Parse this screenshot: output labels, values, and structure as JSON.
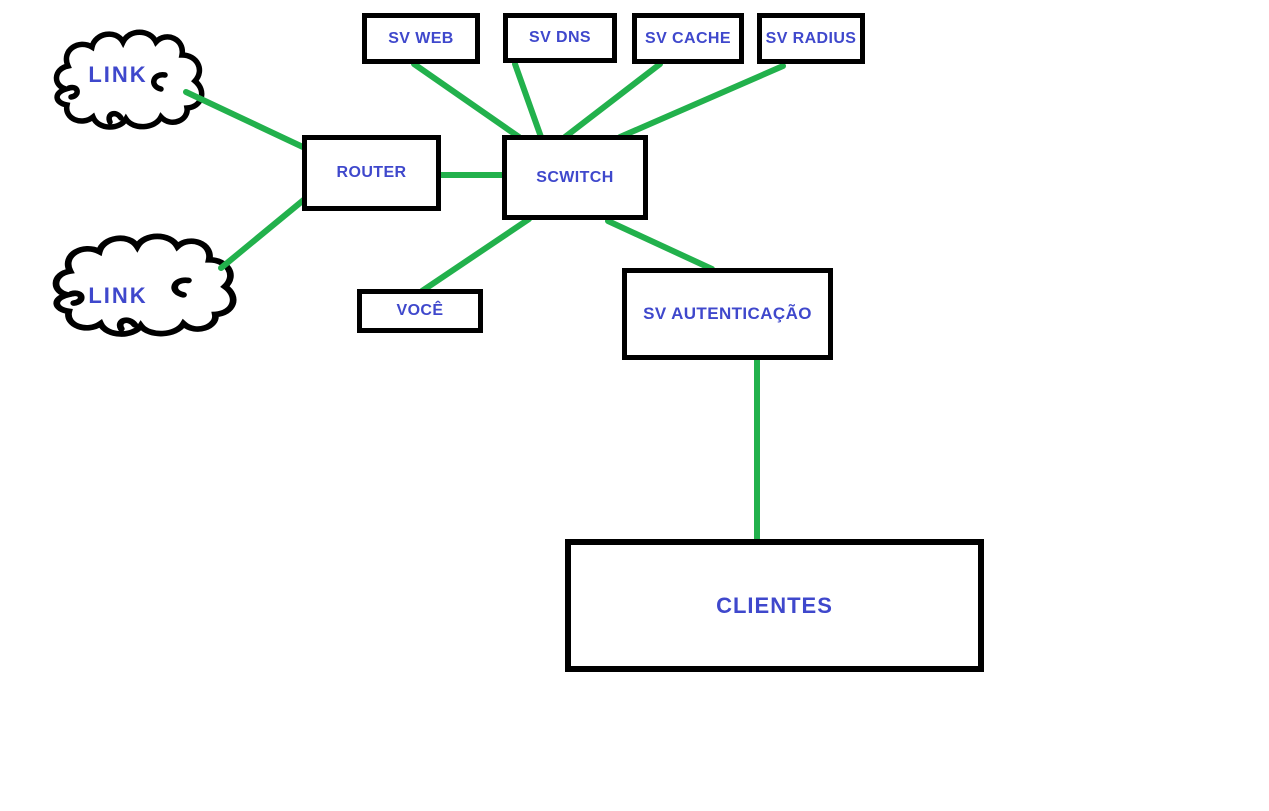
{
  "diagram": {
    "title": "network-topology-paint-drawing",
    "colors": {
      "background": "#ffffff",
      "connection_line": "#22b14c",
      "node_border": "#000000",
      "label_text": "#3f48cc"
    },
    "nodes": {
      "link_top": {
        "label": "LINK",
        "shape": "cloud"
      },
      "link_bottom": {
        "label": "LINK",
        "shape": "cloud"
      },
      "router": {
        "label": "ROUTER",
        "shape": "rect"
      },
      "switch": {
        "label": "SCWITCH",
        "shape": "rect"
      },
      "sv_web": {
        "label": "SV WEB",
        "shape": "rect"
      },
      "sv_dns": {
        "label": "SV DNS",
        "shape": "rect"
      },
      "sv_cache": {
        "label": "SV CACHE",
        "shape": "rect"
      },
      "sv_radius": {
        "label": "SV RADIUS",
        "shape": "rect"
      },
      "voce": {
        "label": "VOCÊ",
        "shape": "rect"
      },
      "sv_autenticacao": {
        "label": "SV AUTENTICAÇÃO",
        "shape": "rect"
      },
      "clientes": {
        "label": "CLIENTES",
        "shape": "rect"
      }
    },
    "connections": [
      {
        "from": "link_top",
        "to": "router"
      },
      {
        "from": "link_bottom",
        "to": "router"
      },
      {
        "from": "router",
        "to": "switch"
      },
      {
        "from": "sv_web",
        "to": "switch"
      },
      {
        "from": "sv_dns",
        "to": "switch"
      },
      {
        "from": "sv_cache",
        "to": "switch"
      },
      {
        "from": "sv_radius",
        "to": "switch"
      },
      {
        "from": "switch",
        "to": "voce"
      },
      {
        "from": "switch",
        "to": "sv_autenticacao"
      },
      {
        "from": "sv_autenticacao",
        "to": "clientes"
      }
    ]
  }
}
